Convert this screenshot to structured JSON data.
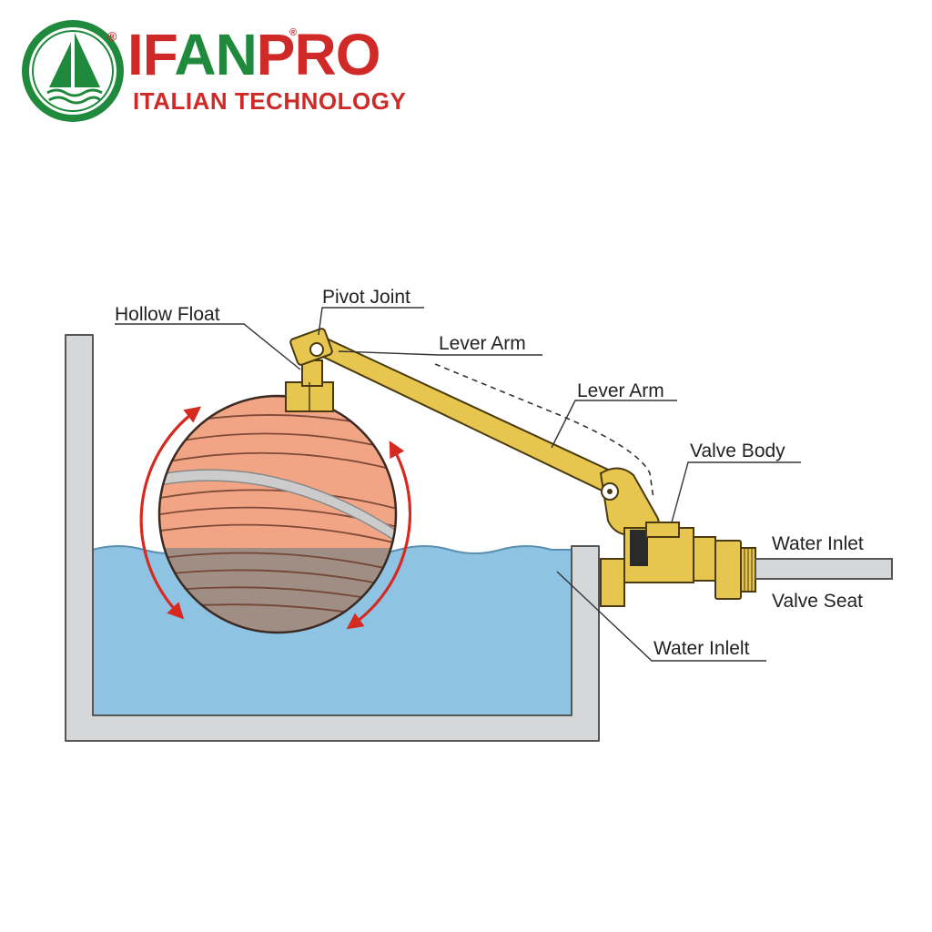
{
  "brand": {
    "name_part1": "IF",
    "name_part2": "AN",
    "name_part3": "PRO",
    "registered_mark": "®",
    "tagline": "ITALIAN TECHNOLOGY",
    "logo_icon": "sailboat-on-waves-icon"
  },
  "labels": {
    "hollow_float": "Hollow Float",
    "pivot_joint": "Pivot Joint",
    "lever_arm_1": "Lever Arm",
    "lever_arm_2": "Lever Arm",
    "valve_body": "Valve Body",
    "water_inlet_pipe": "Water Inlet",
    "valve_seat": "Valve Seat",
    "water_inlet_tank": "Water Inlelt"
  },
  "colors": {
    "brand_red": "#cf2a27",
    "brand_green": "#1f8a3c",
    "water": "#8ec3e3",
    "tank_wall": "#d5d7d9",
    "float_top": "#f2a585",
    "float_bottom": "#a08d83",
    "brass": "#e6c64f",
    "motion_arrows": "#d62a20"
  }
}
